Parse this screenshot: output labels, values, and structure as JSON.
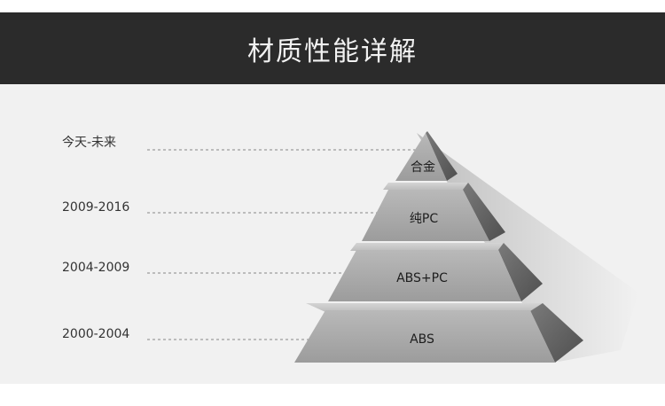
{
  "header": {
    "title": "材质性能详解"
  },
  "diagram": {
    "tiers": [
      {
        "era": "今天-未来",
        "material": "合金"
      },
      {
        "era": "2009-2016",
        "material": "纯PC"
      },
      {
        "era": "2004-2009",
        "material": "ABS+PC"
      },
      {
        "era": "2000-2004",
        "material": "ABS"
      }
    ]
  },
  "colors": {
    "header_background": "#2b2b2b",
    "header_text": "#f2f2f2",
    "panel_background": "#f1f1f1",
    "tier_face": "#a9a9a9",
    "tier_side": "#6e6e6e",
    "guide_line": "#888888"
  }
}
